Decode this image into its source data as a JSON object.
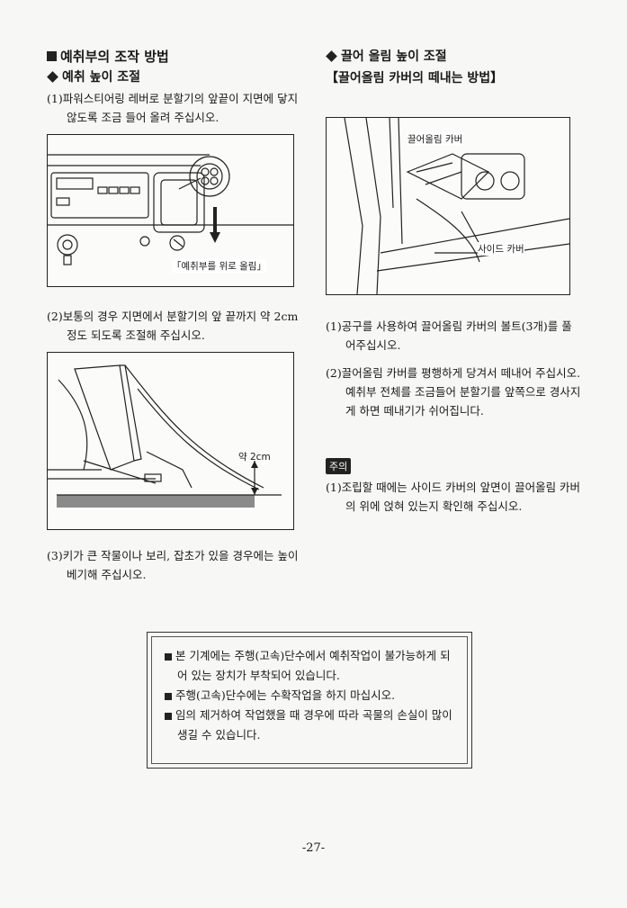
{
  "left": {
    "section_title": "예취부의 조작 방법",
    "sub_title": "예취 높이 조절",
    "step1": "(1)파워스티어링 레버로 분할기의 앞끝이 지면에 닿지 않도록 조금 들어 올려 주십시오.",
    "fig1_label": "「예취부를 위로 올림」",
    "step2": "(2)보통의 경우 지면에서 분할기의 앞 끝까지 약 2cm 정도 되도록 조절해 주십시오.",
    "fig2_label": "약 2cm",
    "step3": "(3)키가 큰 작물이나 보리, 잡초가 있을 경우에는 높이 베기해 주십시오."
  },
  "right": {
    "sub_title": "끌어 올림 높이 조절",
    "bracket_title": "【끌어올림 카버의 떼내는 방법】",
    "fig_label_top": "끌어올림 카버",
    "fig_label_side": "사이드 카버",
    "step1": "(1)공구를 사용하여 끌어올림 카버의 볼트(3개)를 풀어주십시오.",
    "step2": "(2)끌어올림 카버를 평행하게 당겨서 떼내어 주십시오. 예취부 전체를 조금들어 분할기를 앞쪽으로 경사지게 하면 떼내기가 쉬어집니다.",
    "notice_tag": "주의",
    "notice1": "(1)조립할 때에는 사이드 카버의 앞면이 끌어올림 카버의 위에 얹혀 있는지 확인해 주십시오."
  },
  "warning": {
    "items": [
      "본 기계에는 주행(고속)단수에서 예취작업이 불가능하게 되어 있는 장치가 부착되어 있습니다.",
      "주행(고속)단수에는 수확작업을 하지 마십시오.",
      "임의 제거하여 작업했을 때 경우에 따라 곡물의 손실이 많이 생길 수 있습니다."
    ]
  },
  "page_number": "-27-"
}
